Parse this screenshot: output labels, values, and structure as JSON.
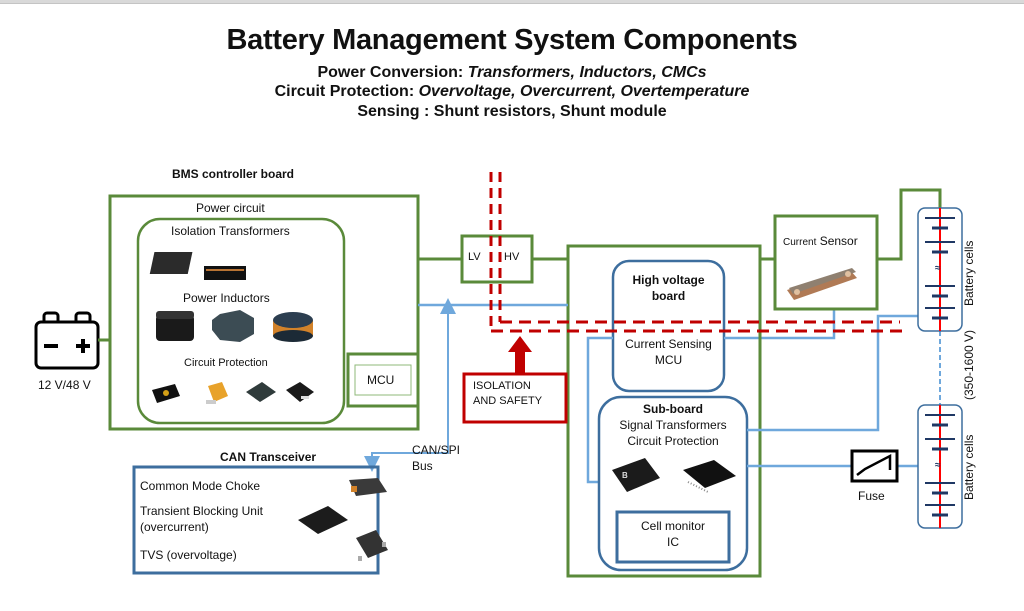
{
  "header": {
    "title": "Battery Management System Components",
    "lines": [
      {
        "prefix": "Power Conversion: ",
        "items": "Transformers, Inductors, CMCs"
      },
      {
        "prefix": "Circuit Protection: ",
        "items": "Overvoltage, Overcurrent, Overtemperature"
      },
      {
        "prefix": "Sensing : ",
        "items": "Shunt resistors, Shunt module"
      }
    ]
  },
  "colors": {
    "lv_wire": "#5a8a3a",
    "signal_wire": "#6fa8dc",
    "board_blue": "#3d6e9e",
    "isolation_red": "#c00000",
    "cell_red": "#ff0000",
    "cell_plate": "#1f3864"
  },
  "battery": {
    "icon": "battery-icon",
    "voltage_label": "12 V/48 V"
  },
  "bms_controller": {
    "label": "BMS controller board",
    "power_circuit": {
      "label": "Power circuit",
      "isolation_transformers": "Isolation Transformers",
      "power_inductors": "Power Inductors",
      "circuit_protection": "Circuit Protection"
    },
    "mcu": "MCU"
  },
  "isolation_coupler": {
    "lv": "LV",
    "hv": "HV"
  },
  "isolation_callout": {
    "line1": "ISOLATION",
    "line2": "AND SAFETY"
  },
  "bus": {
    "line1": "CAN/SPI",
    "line2": "Bus"
  },
  "can_transceiver": {
    "label": "CAN Transceiver",
    "items": [
      "Common Mode Choke",
      "Transient Blocking Unit",
      "(overcurrent)",
      "TVS (overvoltage)"
    ]
  },
  "high_voltage_board": {
    "title_line1": "High voltage",
    "title_line2": "board",
    "content_line1": "Current Sensing",
    "content_line2": "MCU"
  },
  "sub_board": {
    "title": "Sub-board",
    "line1": "Signal Transformers",
    "line2": "Circuit Protection",
    "cell_monitor_line1": "Cell monitor",
    "cell_monitor_line2": "IC"
  },
  "current_sensor": {
    "label_small": "Current",
    "label_large": "Sensor"
  },
  "battery_cells": {
    "label": "Battery cells",
    "voltage_range": "(350-1600 V)"
  },
  "fuse": {
    "label": "Fuse"
  }
}
